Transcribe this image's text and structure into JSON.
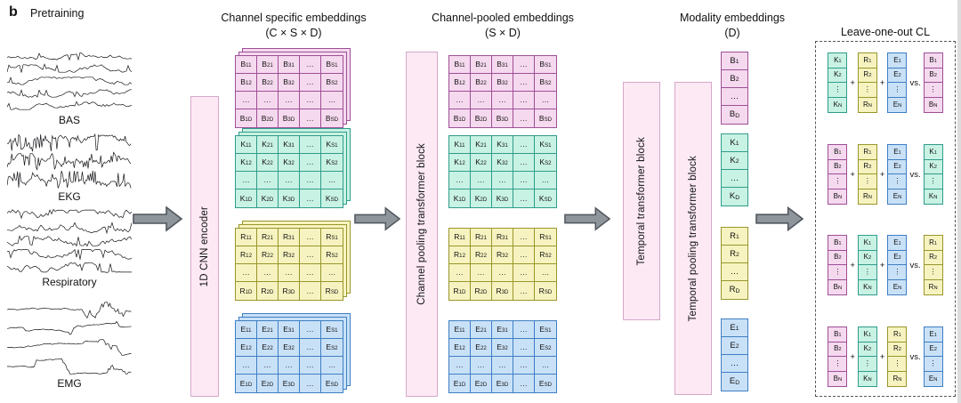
{
  "figure": {
    "panel_label": "b",
    "title": "Pretraining"
  },
  "signals": [
    {
      "label": "BAS",
      "kind": "wave",
      "lines": 5
    },
    {
      "label": "EKG",
      "kind": "spiky",
      "lines": 3
    },
    {
      "label": "Respiratory",
      "kind": "scratch",
      "lines": 5
    },
    {
      "label": "EMG",
      "kind": "burst",
      "lines": 4
    }
  ],
  "blocks": {
    "cnn": "1D CNN encoder",
    "channel_pooling": "Channel pooling transformer block",
    "temporal": "Temporal transformer block",
    "temporal_pooling": "Temporal pooling transformer block"
  },
  "headers": {
    "channel_specific": {
      "line1": "Channel specific embeddings",
      "line2": "(C × S × D)"
    },
    "channel_pooled": {
      "line1": "Channel-pooled embeddings",
      "line2": "(S × D)"
    },
    "modality": {
      "line1": "Modality embeddings",
      "line2": "(D)"
    },
    "leave_one_out": "Leave-one-out CL"
  },
  "modalities": [
    {
      "letter": "B",
      "fill": "#f5d9ee",
      "border": "#9e4f97"
    },
    {
      "letter": "K",
      "fill": "#c8f2e3",
      "border": "#2f9c8b"
    },
    {
      "letter": "R",
      "fill": "#f7f3c0",
      "border": "#98962c"
    },
    {
      "letter": "E",
      "fill": "#c9e1f7",
      "border": "#3f7ec3"
    }
  ],
  "matrix": {
    "col_subs": [
      "1",
      "2",
      "3",
      "…",
      "S"
    ],
    "row_subs": [
      "1",
      "2",
      "…",
      "D"
    ],
    "ellipsis": "…"
  },
  "modality_vector_subs": [
    "1",
    "2",
    "…",
    "D"
  ],
  "cl": {
    "vector_subs": [
      "1",
      "2",
      "⋮",
      "N"
    ],
    "plus": "+",
    "vs": "vs.",
    "rows": [
      {
        "terms": [
          "K",
          "R",
          "E"
        ],
        "held_out": "B"
      },
      {
        "terms": [
          "B",
          "R",
          "E"
        ],
        "held_out": "K"
      },
      {
        "terms": [
          "B",
          "K",
          "E"
        ],
        "held_out": "R"
      },
      {
        "terms": [
          "B",
          "K",
          "R"
        ],
        "held_out": "E"
      }
    ]
  }
}
